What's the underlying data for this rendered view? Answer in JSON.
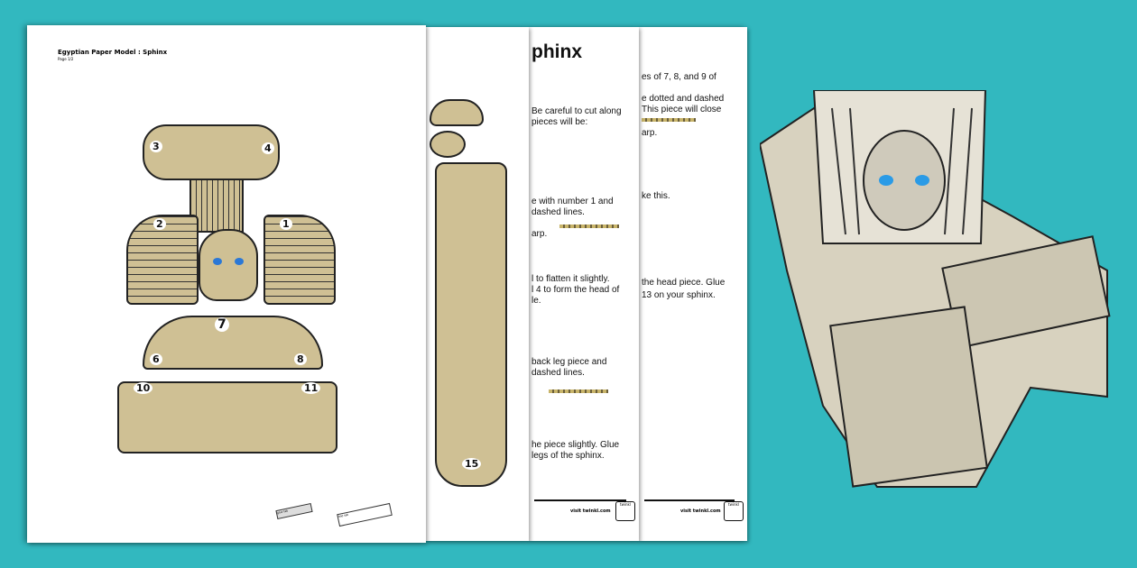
{
  "sheet1": {
    "header": "Egyptian Paper Model : Sphinx",
    "subheader": "Page 1/2",
    "piece_numbers": [
      "3",
      "4",
      "2",
      "1",
      "7",
      "6",
      "8",
      "10",
      "11"
    ],
    "tab_labels": [
      "glue tab",
      "fold tab"
    ]
  },
  "sheet2": {
    "piece_numbers": [
      "15"
    ]
  },
  "sheet3": {
    "title": "phinx",
    "lines": [
      "Be careful to cut along",
      "pieces will be:",
      "e with number 1 and",
      "dashed lines.",
      "arp.",
      "l to flatten it slightly.",
      "l 4 to form the head of",
      "le.",
      "back leg piece and",
      "dashed lines.",
      "he piece slightly. Glue",
      "legs of the sphinx."
    ],
    "footer": "visit twinkl.com",
    "logo": "twinkl"
  },
  "sheet4": {
    "lines": [
      "es of 7, 8, and 9 of",
      "e dotted and dashed",
      "This piece will close",
      "arp.",
      "ke this.",
      "the head piece. Glue",
      "13 on your sphinx."
    ],
    "footer": "visit twinkl.com",
    "logo": "twinkl"
  },
  "colors": {
    "background": "#32b8bf",
    "paper": "#cfc094"
  }
}
